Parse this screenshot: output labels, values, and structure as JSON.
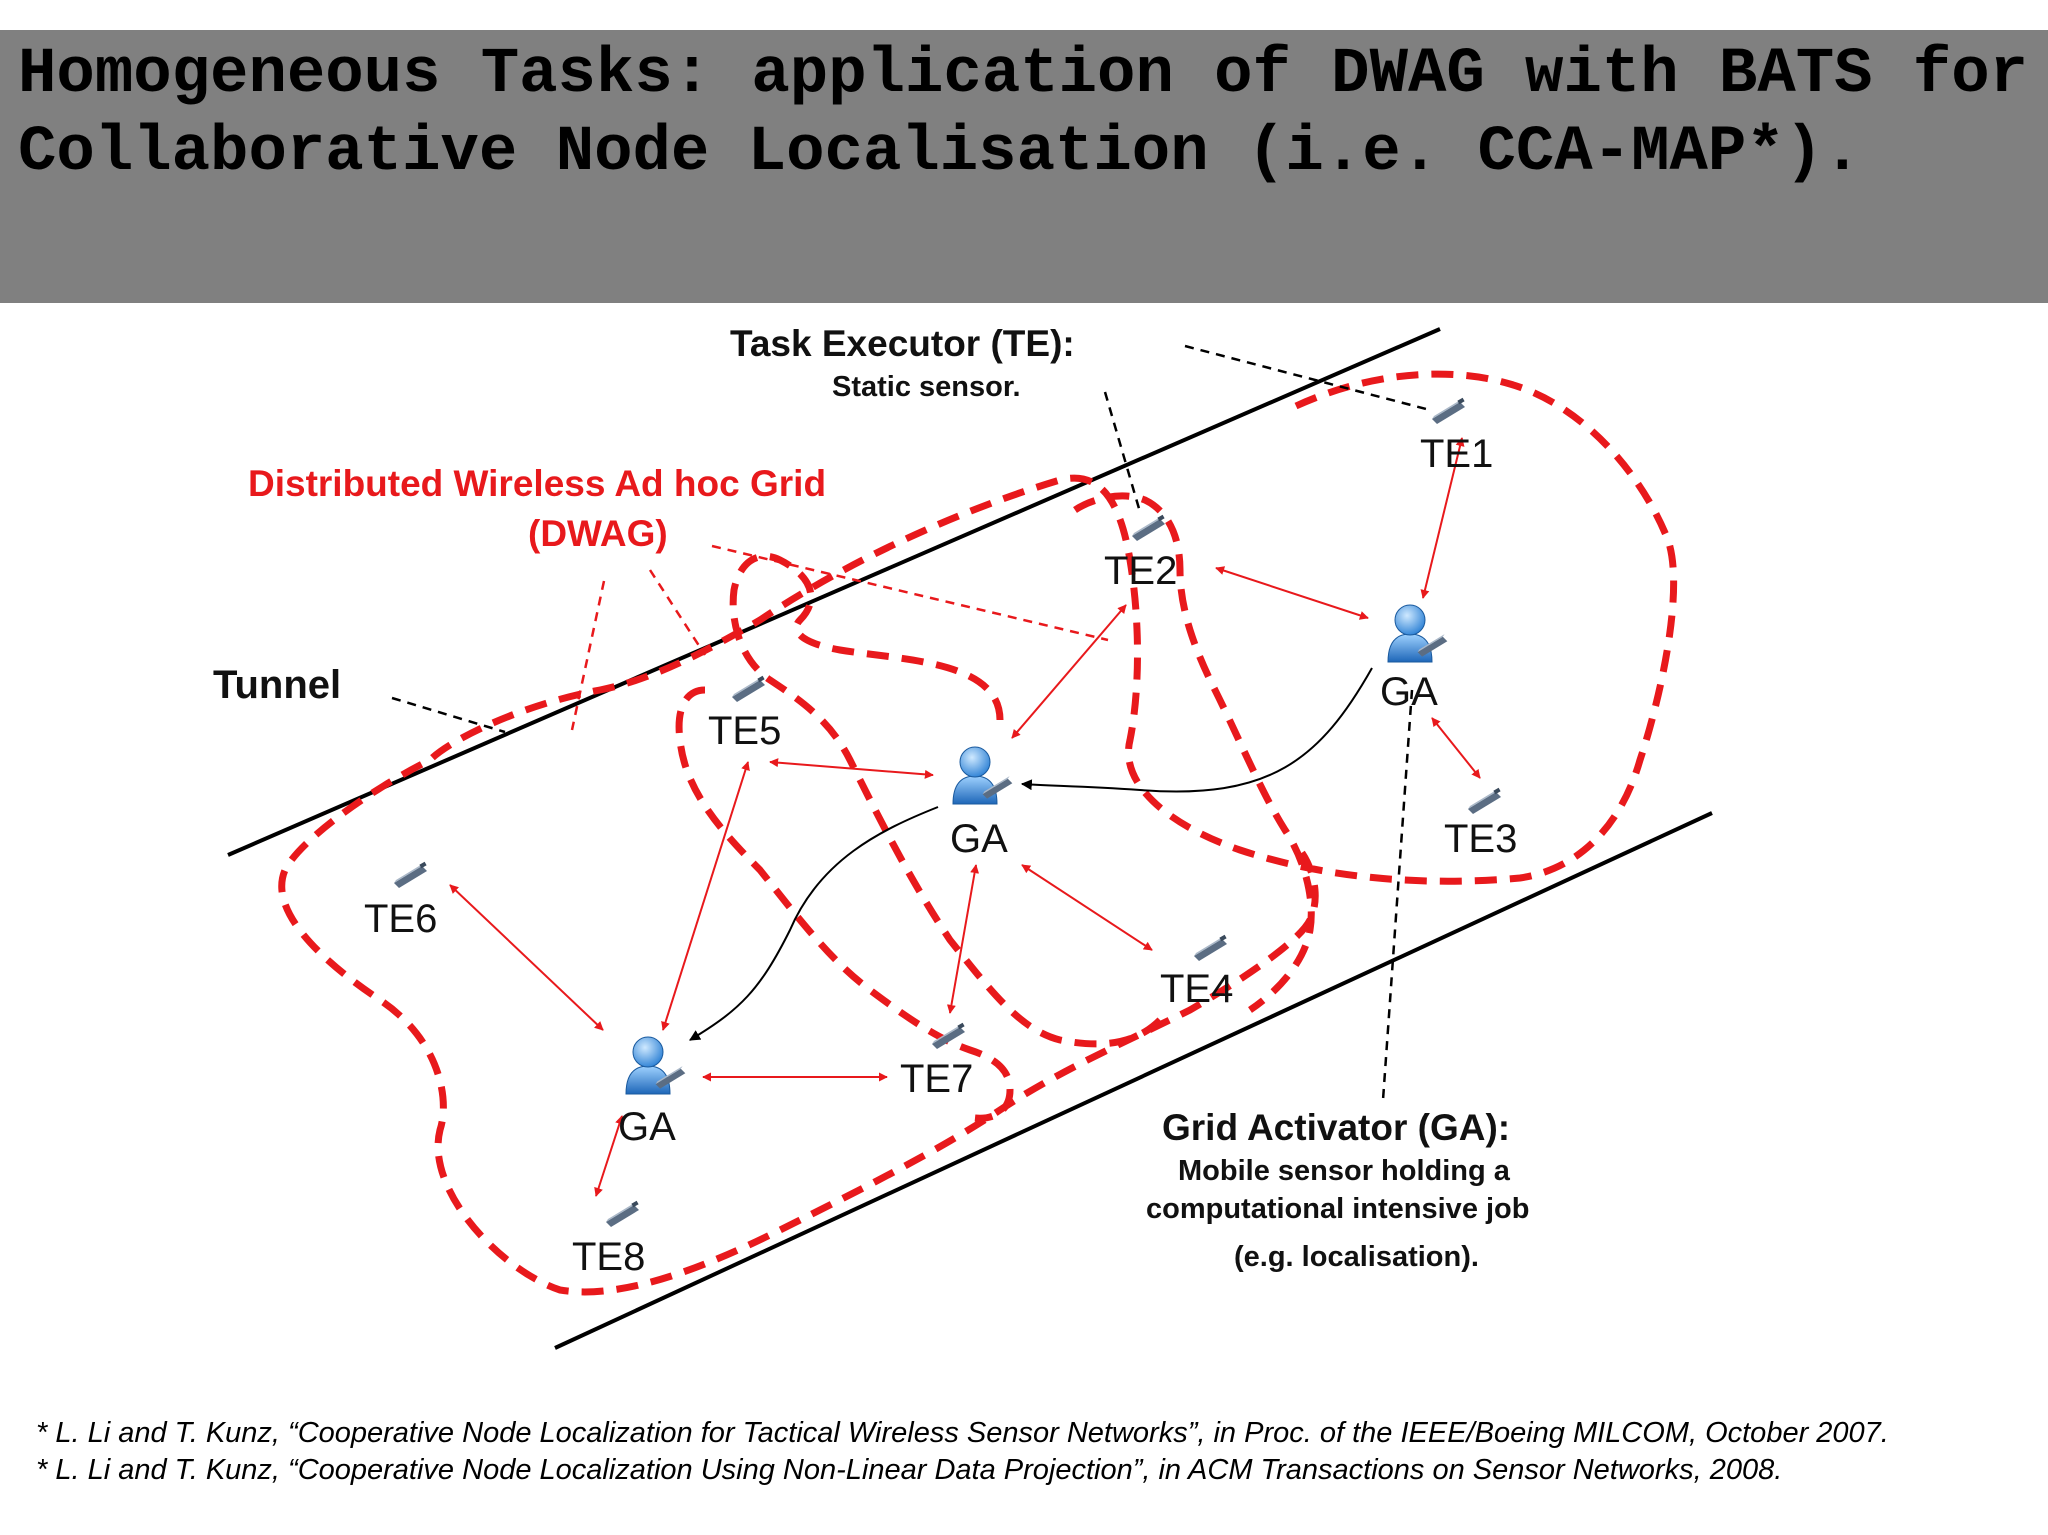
{
  "slide": {
    "title": "Homogeneous Tasks: application of DWAG with BATS for Collaborative Node Localisation (i.e. CCA-MAP*)."
  },
  "diagram": {
    "task_executor": {
      "title": "Task Executor (TE):",
      "desc": "Static sensor."
    },
    "dwag": {
      "line1": "Distributed Wireless Ad hoc Grid",
      "line2": "(DWAG)"
    },
    "tunnel": "Tunnel",
    "grid_activator": {
      "title": "Grid Activator (GA):",
      "line1": "Mobile sensor holding a",
      "line2": "computational intensive job",
      "line3": "(e.g. localisation)."
    },
    "nodes": {
      "te1": "TE1",
      "te2": "TE2",
      "te3": "TE3",
      "te4": "TE4",
      "te5": "TE5",
      "te6": "TE6",
      "te7": "TE7",
      "te8": "TE8",
      "ga_right": "GA",
      "ga_center": "GA",
      "ga_left": "GA"
    },
    "colors": {
      "grid_red": "#e8191c",
      "label_red": "#e8191c",
      "tunnel_line": "#000000"
    }
  },
  "references": [
    "* L. Li and T. Kunz, “Cooperative Node Localization for Tactical Wireless Sensor Networks”, in Proc. of the IEEE/Boeing MILCOM, October 2007.",
    "* L. Li and T. Kunz, “Cooperative Node Localization Using Non-Linear Data Projection”, in ACM Transactions on Sensor Networks, 2008."
  ]
}
